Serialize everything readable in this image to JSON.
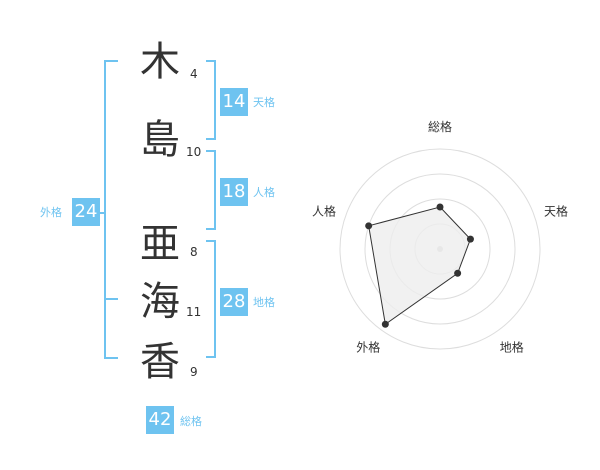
{
  "name": {
    "characters": [
      {
        "char": "木",
        "strokes": "4"
      },
      {
        "char": "島",
        "strokes": "10"
      },
      {
        "char": "亜",
        "strokes": "8"
      },
      {
        "char": "海",
        "strokes": "11"
      },
      {
        "char": "香",
        "strokes": "9"
      }
    ]
  },
  "fortunes": {
    "tenkaku": {
      "value": "14",
      "label": "天格"
    },
    "jinkaku": {
      "value": "18",
      "label": "人格"
    },
    "chikaku": {
      "value": "28",
      "label": "地格"
    },
    "gaikaku": {
      "value": "24",
      "label": "外格"
    },
    "soukaku": {
      "value": "42",
      "label": "総格"
    }
  },
  "colors": {
    "accent": "#6ec3f0",
    "text": "#333333",
    "grid": "#dddddd",
    "fill": "#eeeeee"
  },
  "chart_data": {
    "type": "radar",
    "axes": [
      "総格",
      "天格",
      "地格",
      "外格",
      "人格"
    ],
    "values": [
      0.42,
      0.32,
      0.3,
      0.93,
      0.75
    ],
    "rings": 4,
    "range": [
      0,
      1
    ]
  }
}
